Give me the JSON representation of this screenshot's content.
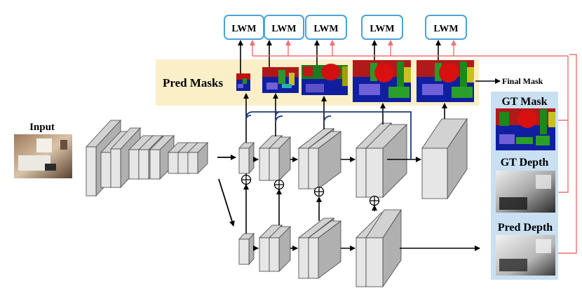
{
  "labels": {
    "input": "Input",
    "pred_masks": "Pred Masks",
    "final_mask": "Final Mask",
    "gt_mask": "GT Mask",
    "gt_depth": "GT Depth",
    "pred_depth": "Pred Depth"
  },
  "lwm": [
    "LWM",
    "LWM",
    "LWM",
    "LWM",
    "LWM"
  ],
  "colors": {
    "lwm_border": "#4aa3d9",
    "feedback_line": "#f07070",
    "skip_line": "#1f3a7a",
    "mask_panel_bg": "#fbefc8",
    "gt_panel_bg": "#c9dff2",
    "block_face": "#e6e6e6",
    "block_side": "#b0b0b0",
    "block_top": "#d2d2d2"
  },
  "icons": [
    "plus-circle-icon"
  ]
}
